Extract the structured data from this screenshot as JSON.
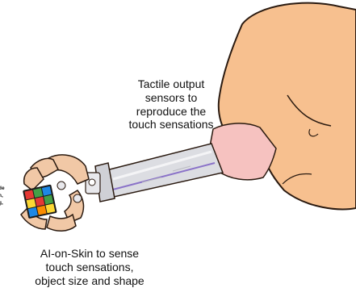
{
  "labels": {
    "tactile_lines": [
      "Tactile output",
      "sensors to",
      "reproduce the",
      "touch sensations"
    ],
    "aiskin_lines": [
      "AI-on-Skin to sense",
      "touch sensations,",
      "object size and shape"
    ],
    "clipped_lines": [
      "de",
      "n,",
      "g,"
    ]
  },
  "colors": {
    "skin": "#f7c08f",
    "skin_outline": "#2a1a10",
    "cuff": "#f6c2c0",
    "arm_metal": "#dcdde2",
    "accent_line": "#8a72c8",
    "hand_pad": "#f1c8a6"
  },
  "icons": [
    "shoulder-illustration",
    "prosthetic-arm",
    "robotic-hand",
    "rubiks-cube"
  ]
}
